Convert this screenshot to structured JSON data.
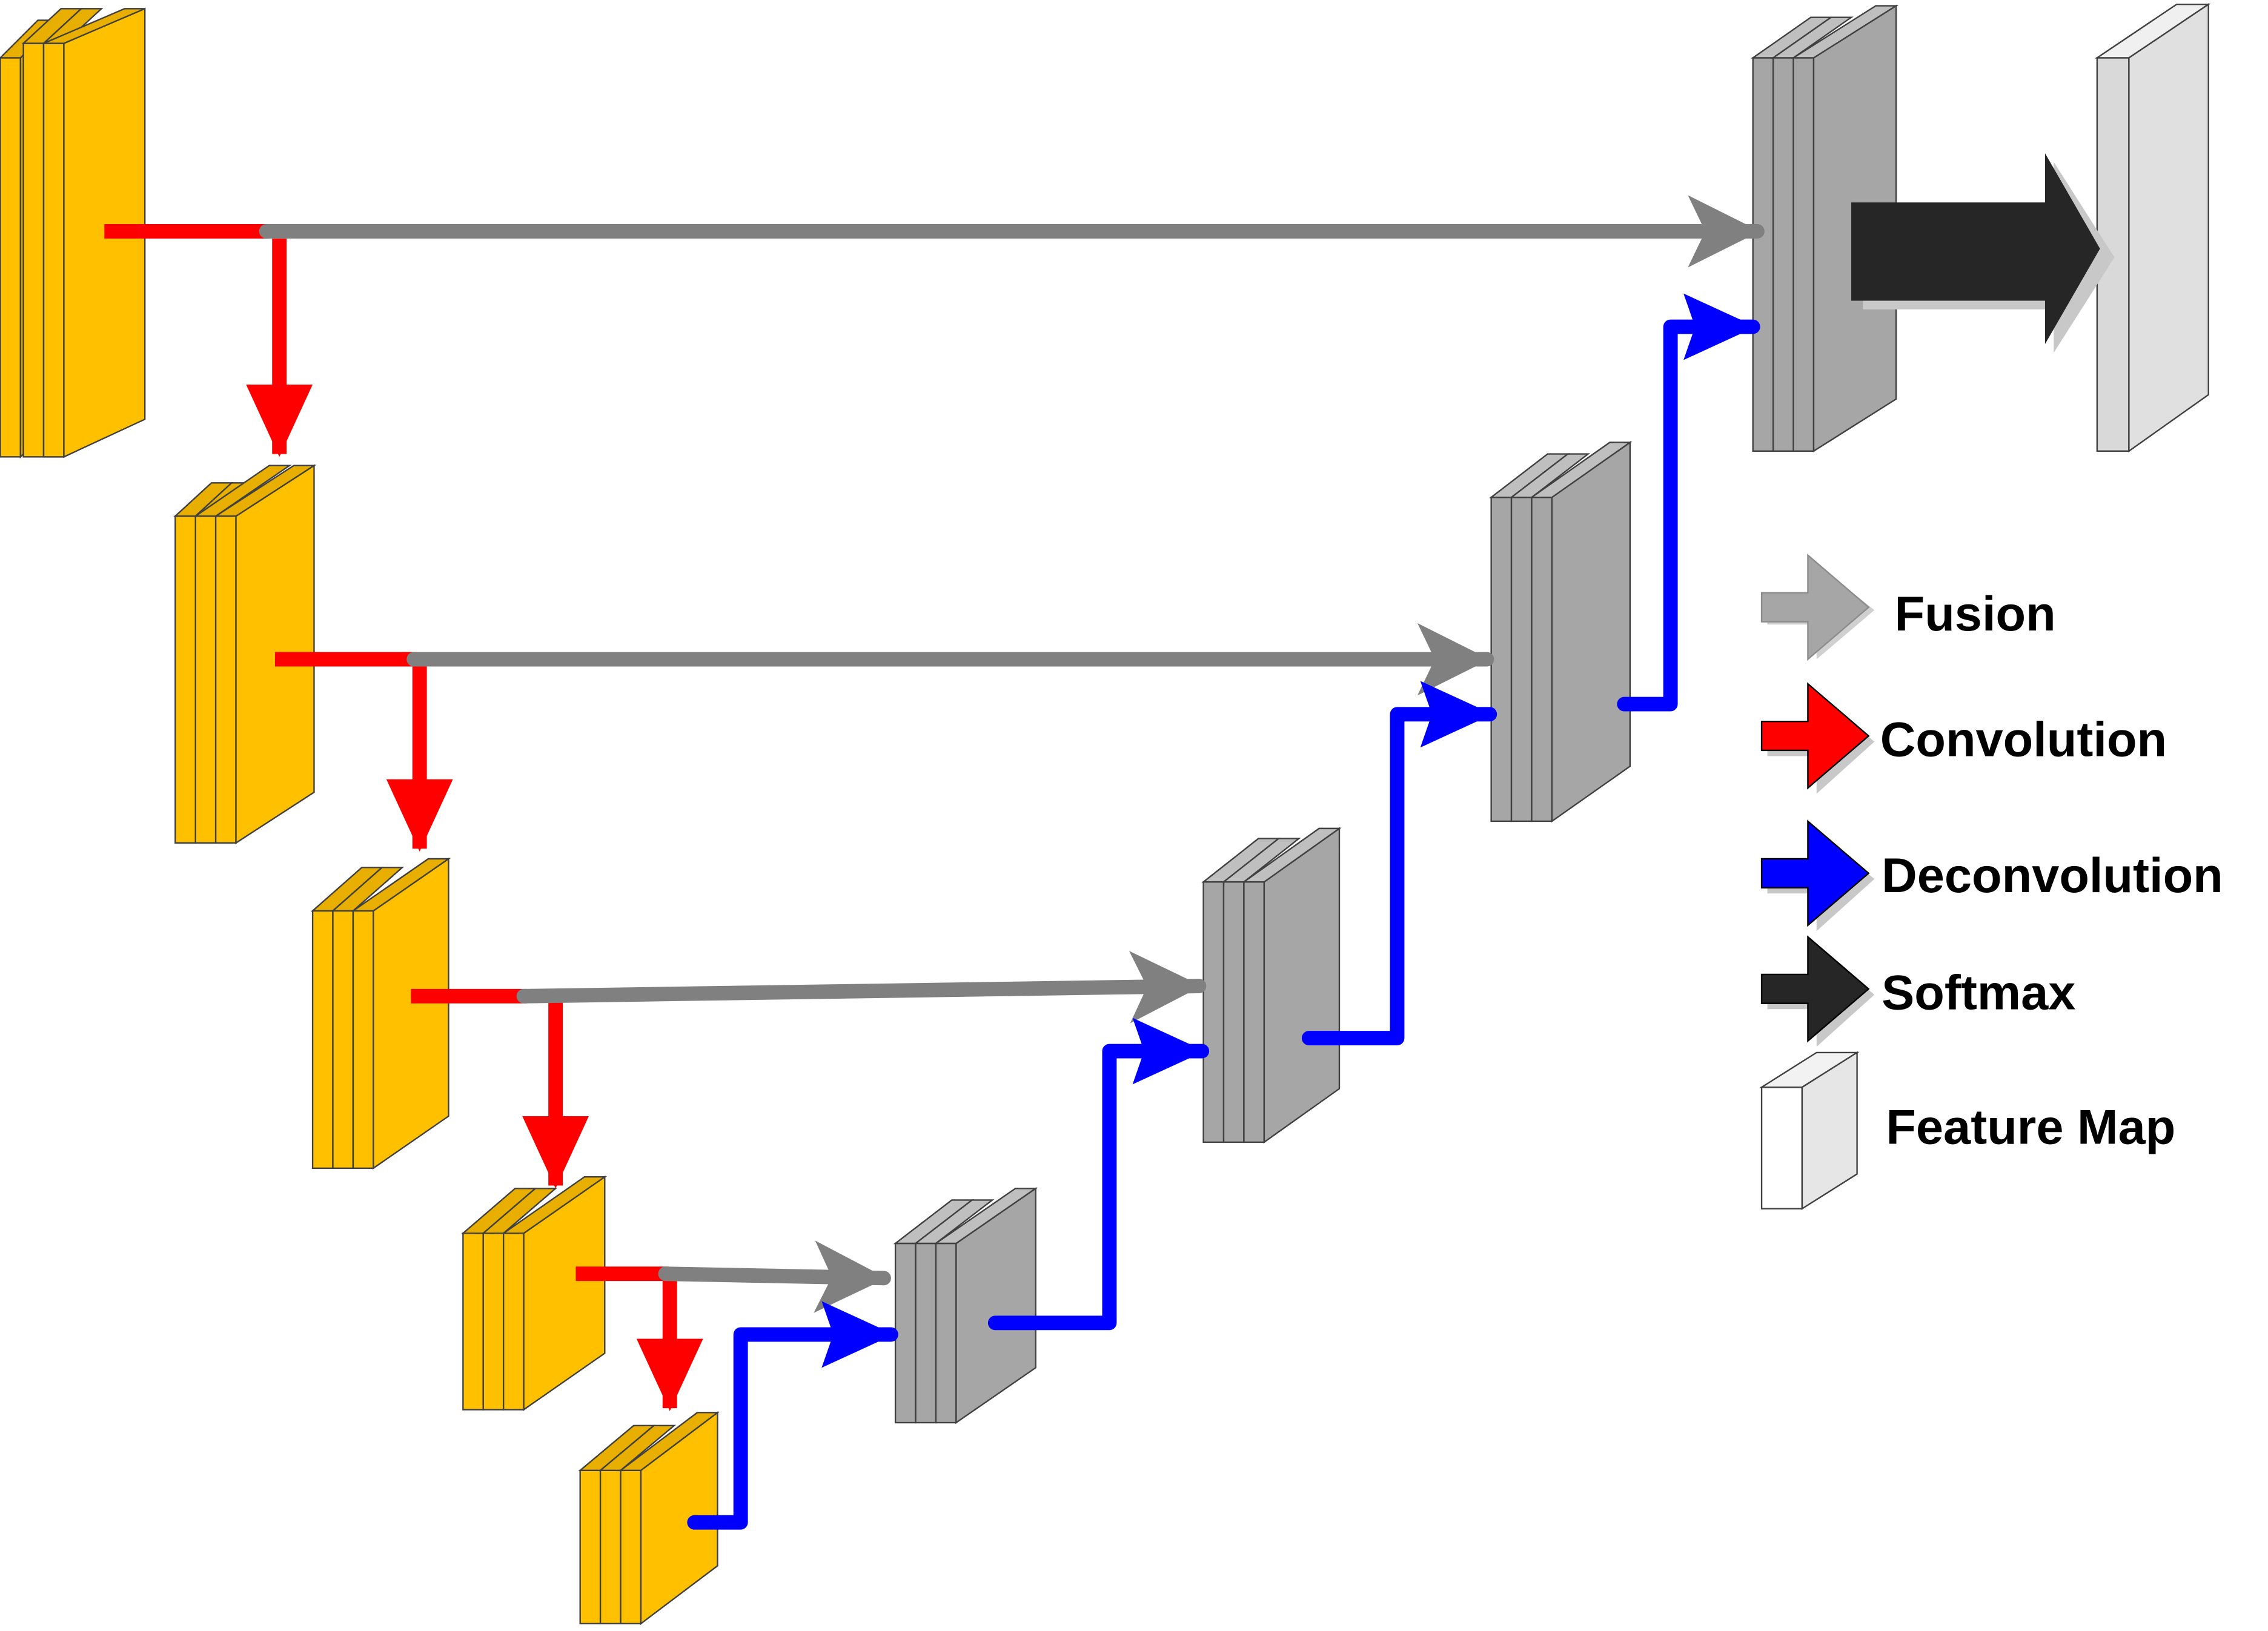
{
  "colors": {
    "encoder": "#FFC000",
    "decoder": "#A6A6A6",
    "output": "#D9D9D9",
    "fusion": "#808080",
    "convolution": "#FF0000",
    "deconvolution": "#0000FF",
    "softmax": "#262626"
  },
  "legend": {
    "fusion": "Fusion",
    "convolution": "Convolution",
    "deconvolution": "Deconvolution",
    "softmax": "Softmax",
    "feature_map": "Feature Map"
  }
}
